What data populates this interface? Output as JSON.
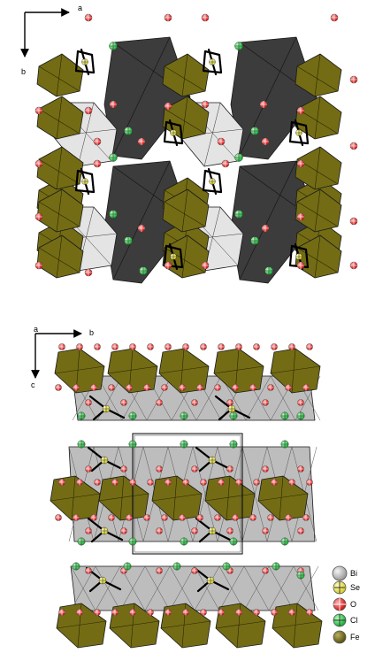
{
  "top_panel": {
    "axis_x_label": "a",
    "axis_y_label": "b"
  },
  "bottom_panel": {
    "axis_origin_label": "a",
    "axis_x_label": "b",
    "axis_y_label": "c"
  },
  "legend": {
    "items": [
      {
        "label": "Bi",
        "color": "#c8c8c8",
        "icon": "bi-atom-icon"
      },
      {
        "label": "Se",
        "color": "#f2ee3a",
        "icon": "se-atom-icon"
      },
      {
        "label": "O",
        "color": "#e8262a",
        "icon": "o-atom-icon"
      },
      {
        "label": "Cl",
        "color": "#2fd24a",
        "icon": "cl-atom-icon"
      },
      {
        "label": "Fe",
        "color": "#6b6418",
        "icon": "fe-atom-icon"
      }
    ]
  },
  "colors": {
    "fe_polyhedron": "#736c14",
    "fe_polyhedron_dark": "#4f4a0c",
    "bi_light": "#e4e4e4",
    "bi_dark": "#3c3c3c",
    "bi_grey": "#bdbdbd"
  }
}
